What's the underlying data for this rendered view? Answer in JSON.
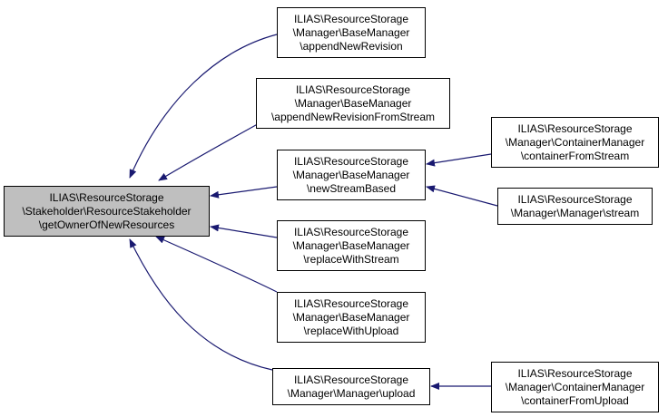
{
  "colors": {
    "edge": "#191970",
    "root_fill": "#bfbfbf",
    "node_fill": "#ffffff",
    "border": "#000000"
  },
  "nodes": {
    "root": [
      "ILIAS\\ResourceStorage",
      "\\Stakeholder\\ResourceStakeholder",
      "\\getOwnerOfNewResources"
    ],
    "append_new_revision": [
      "ILIAS\\ResourceStorage",
      "\\Manager\\BaseManager",
      "\\appendNewRevision"
    ],
    "append_new_revision_from_stream": [
      "ILIAS\\ResourceStorage",
      "\\Manager\\BaseManager",
      "\\appendNewRevisionFromStream"
    ],
    "new_stream_based": [
      "ILIAS\\ResourceStorage",
      "\\Manager\\BaseManager",
      "\\newStreamBased"
    ],
    "replace_with_stream": [
      "ILIAS\\ResourceStorage",
      "\\Manager\\BaseManager",
      "\\replaceWithStream"
    ],
    "replace_with_upload": [
      "ILIAS\\ResourceStorage",
      "\\Manager\\BaseManager",
      "\\replaceWithUpload"
    ],
    "manager_upload": [
      "ILIAS\\ResourceStorage",
      "\\Manager\\Manager\\upload"
    ],
    "container_from_stream": [
      "ILIAS\\ResourceStorage",
      "\\Manager\\ContainerManager",
      "\\containerFromStream"
    ],
    "manager_stream": [
      "ILIAS\\ResourceStorage",
      "\\Manager\\Manager\\stream"
    ],
    "container_from_upload": [
      "ILIAS\\ResourceStorage",
      "\\Manager\\ContainerManager",
      "\\containerFromUpload"
    ]
  }
}
